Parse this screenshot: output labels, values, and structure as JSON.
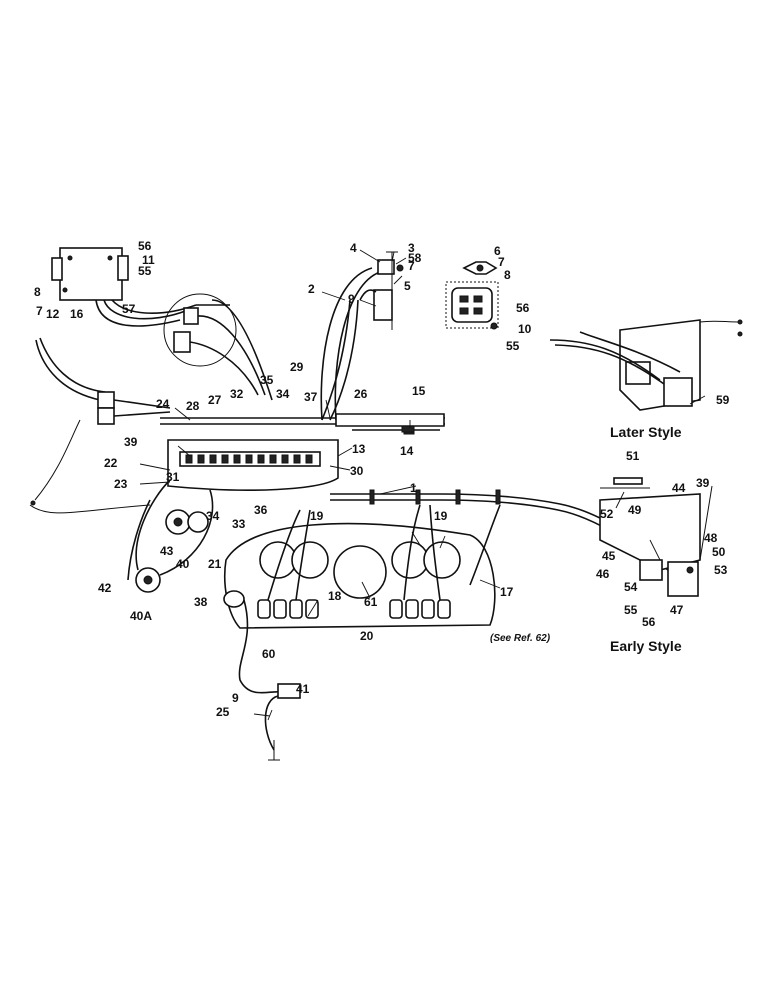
{
  "captions": {
    "later_style": "Later Style",
    "early_style": "Early Style",
    "see_ref": "(See Ref. 62)"
  },
  "callouts": [
    {
      "id": "c1",
      "text": "1"
    },
    {
      "id": "c2",
      "text": "2"
    },
    {
      "id": "c3",
      "text": "3"
    },
    {
      "id": "c4",
      "text": "4"
    },
    {
      "id": "c5",
      "text": "5"
    },
    {
      "id": "c6",
      "text": "6"
    },
    {
      "id": "c7a",
      "text": "7"
    },
    {
      "id": "c7b",
      "text": "7"
    },
    {
      "id": "c7c",
      "text": "7"
    },
    {
      "id": "c8a",
      "text": "8"
    },
    {
      "id": "c8b",
      "text": "8"
    },
    {
      "id": "c9a",
      "text": "9"
    },
    {
      "id": "c9b",
      "text": "9"
    },
    {
      "id": "c10",
      "text": "10"
    },
    {
      "id": "c11",
      "text": "11"
    },
    {
      "id": "c12",
      "text": "12"
    },
    {
      "id": "c13",
      "text": "13"
    },
    {
      "id": "c14",
      "text": "14"
    },
    {
      "id": "c15",
      "text": "15"
    },
    {
      "id": "c16",
      "text": "16"
    },
    {
      "id": "c17",
      "text": "17"
    },
    {
      "id": "c18",
      "text": "18"
    },
    {
      "id": "c19a",
      "text": "19"
    },
    {
      "id": "c19b",
      "text": "19"
    },
    {
      "id": "c20",
      "text": "20"
    },
    {
      "id": "c21",
      "text": "21"
    },
    {
      "id": "c22",
      "text": "22"
    },
    {
      "id": "c23",
      "text": "23"
    },
    {
      "id": "c24",
      "text": "24"
    },
    {
      "id": "c25",
      "text": "25"
    },
    {
      "id": "c26",
      "text": "26"
    },
    {
      "id": "c27",
      "text": "27"
    },
    {
      "id": "c28",
      "text": "28"
    },
    {
      "id": "c29",
      "text": "29"
    },
    {
      "id": "c30",
      "text": "30"
    },
    {
      "id": "c31",
      "text": "31"
    },
    {
      "id": "c32",
      "text": "32"
    },
    {
      "id": "c33",
      "text": "33"
    },
    {
      "id": "c34a",
      "text": "34"
    },
    {
      "id": "c34b",
      "text": "34"
    },
    {
      "id": "c35",
      "text": "35"
    },
    {
      "id": "c36",
      "text": "36"
    },
    {
      "id": "c37",
      "text": "37"
    },
    {
      "id": "c38",
      "text": "38"
    },
    {
      "id": "c39a",
      "text": "39"
    },
    {
      "id": "c39b",
      "text": "39"
    },
    {
      "id": "c40",
      "text": "40"
    },
    {
      "id": "c40a",
      "text": "40A"
    },
    {
      "id": "c41",
      "text": "41"
    },
    {
      "id": "c42",
      "text": "42"
    },
    {
      "id": "c43",
      "text": "43"
    },
    {
      "id": "c44",
      "text": "44"
    },
    {
      "id": "c45",
      "text": "45"
    },
    {
      "id": "c46",
      "text": "46"
    },
    {
      "id": "c47",
      "text": "47"
    },
    {
      "id": "c48",
      "text": "48"
    },
    {
      "id": "c49",
      "text": "49"
    },
    {
      "id": "c50",
      "text": "50"
    },
    {
      "id": "c51",
      "text": "51"
    },
    {
      "id": "c52",
      "text": "52"
    },
    {
      "id": "c53",
      "text": "53"
    },
    {
      "id": "c54",
      "text": "54"
    },
    {
      "id": "c55a",
      "text": "55"
    },
    {
      "id": "c55b",
      "text": "55"
    },
    {
      "id": "c55c",
      "text": "55"
    },
    {
      "id": "c56a",
      "text": "56"
    },
    {
      "id": "c56b",
      "text": "56"
    },
    {
      "id": "c56c",
      "text": "56"
    },
    {
      "id": "c57",
      "text": "57"
    },
    {
      "id": "c58",
      "text": "58"
    },
    {
      "id": "c59",
      "text": "59"
    },
    {
      "id": "c60",
      "text": "60"
    },
    {
      "id": "c61",
      "text": "61"
    }
  ]
}
